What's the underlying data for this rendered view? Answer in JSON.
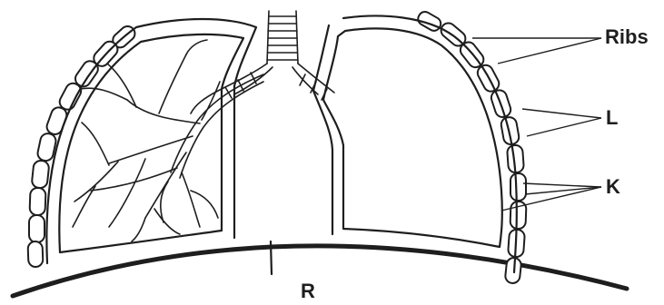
{
  "labels": {
    "ribs": "Ribs",
    "l": "L",
    "k": "K",
    "r": "R"
  },
  "colors": {
    "ink": "#1e1e1e",
    "background": "#ffffff"
  }
}
